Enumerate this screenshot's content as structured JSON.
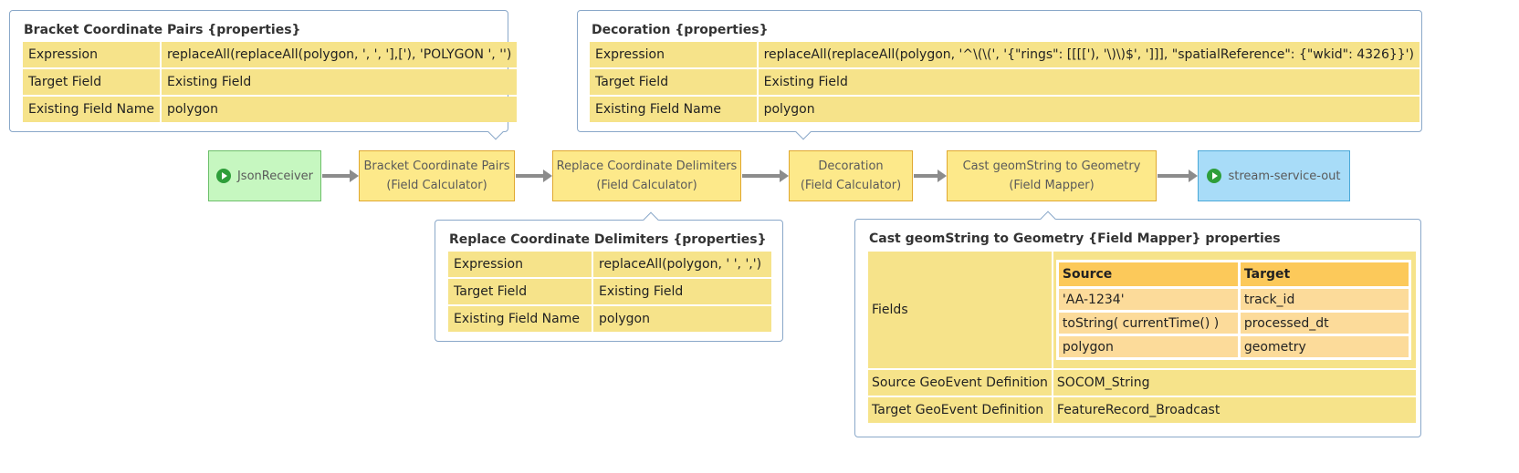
{
  "callouts": {
    "bracket": {
      "title": "Bracket Coordinate Pairs {properties}",
      "rows": [
        {
          "key": "Expression",
          "value": "replaceAll(replaceAll(polygon, ', ', '],['), 'POLYGON ', '')"
        },
        {
          "key": "Target Field",
          "value": "Existing Field"
        },
        {
          "key": "Existing Field Name",
          "value": "polygon"
        }
      ]
    },
    "decoration": {
      "title": "Decoration {properties}",
      "rows": [
        {
          "key": "Expression",
          "value": "replaceAll(replaceAll(polygon, '^\\(\\(', '{\"rings\": [[[['), '\\)\\)$', ']]], \"spatialReference\": {\"wkid\": 4326}}')"
        },
        {
          "key": "Target Field",
          "value": "Existing Field"
        },
        {
          "key": "Existing Field Name",
          "value": "polygon"
        }
      ]
    },
    "replace": {
      "title": "Replace Coordinate Delimiters {properties}",
      "rows": [
        {
          "key": "Expression",
          "value": "replaceAll(polygon, ' ', ',')"
        },
        {
          "key": "Target Field",
          "value": "Existing Field"
        },
        {
          "key": "Existing Field Name",
          "value": "polygon"
        }
      ]
    },
    "cast": {
      "title": "Cast geomString to Geometry {Field Mapper} properties",
      "fields_label": "Fields",
      "fields_header": {
        "source": "Source",
        "target": "Target"
      },
      "fields": [
        {
          "source": "'AA-1234'",
          "target": "track_id"
        },
        {
          "source": "toString( currentTime() )",
          "target": "processed_dt"
        },
        {
          "source": "polygon",
          "target": "geometry"
        }
      ],
      "rows": [
        {
          "key": "Source GeoEvent Definition",
          "value": "SOCOM_String"
        },
        {
          "key": "Target GeoEvent Definition",
          "value": "FeatureRecord_Broadcast"
        }
      ]
    }
  },
  "nodes": {
    "input": {
      "label": "JsonReceiver"
    },
    "bracket": {
      "line1": "Bracket Coordinate Pairs",
      "line2": "(Field Calculator)"
    },
    "replace": {
      "line1": "Replace Coordinate Delimiters",
      "line2": "(Field Calculator)"
    },
    "decoration": {
      "line1": "Decoration",
      "line2": "(Field Calculator)"
    },
    "cast": {
      "line1": "Cast geomString to Geometry",
      "line2": "(Field Mapper)"
    },
    "output": {
      "label": "stream-service-out"
    }
  },
  "colors": {
    "processor": "#fde98a",
    "input": "#c6f7c0",
    "output": "#a8dcf8",
    "table_cell": "#f6e38a"
  }
}
